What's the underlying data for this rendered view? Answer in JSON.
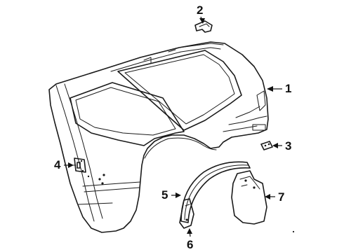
{
  "callouts": [
    {
      "id": "1",
      "part": "quarter-panel"
    },
    {
      "id": "2",
      "part": "fuel-door-hinge"
    },
    {
      "id": "3",
      "part": "side-marker-lamp-bracket"
    },
    {
      "id": "4",
      "part": "hinge-plate"
    },
    {
      "id": "5",
      "part": "wheel-opening-molding"
    },
    {
      "id": "6",
      "part": "splash-shield-bracket"
    },
    {
      "id": "7",
      "part": "mud-flap"
    }
  ]
}
